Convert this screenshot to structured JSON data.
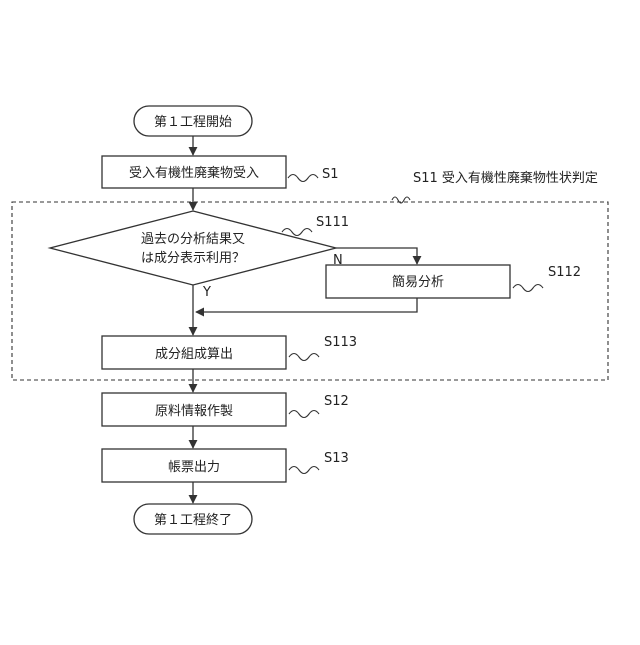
{
  "diagram": {
    "start": "第１工程開始",
    "end": "第１工程終了",
    "step_s1": "受入有機性廃棄物受入",
    "decision_line1": "過去の分析結果又",
    "decision_line2": "は成分表示利用？",
    "branch_no": "N",
    "branch_yes": "Y",
    "step_s112": "簡易分析",
    "step_s113": "成分組成算出",
    "step_s12": "原料情報作製",
    "step_s13": "帳票出力",
    "group_label": "S11 受入有機性廃棄物性状判定",
    "ref_s1": "S1",
    "ref_s111": "S111",
    "ref_s112": "S112",
    "ref_s113": "S113",
    "ref_s12": "S12",
    "ref_s13": "S13"
  }
}
